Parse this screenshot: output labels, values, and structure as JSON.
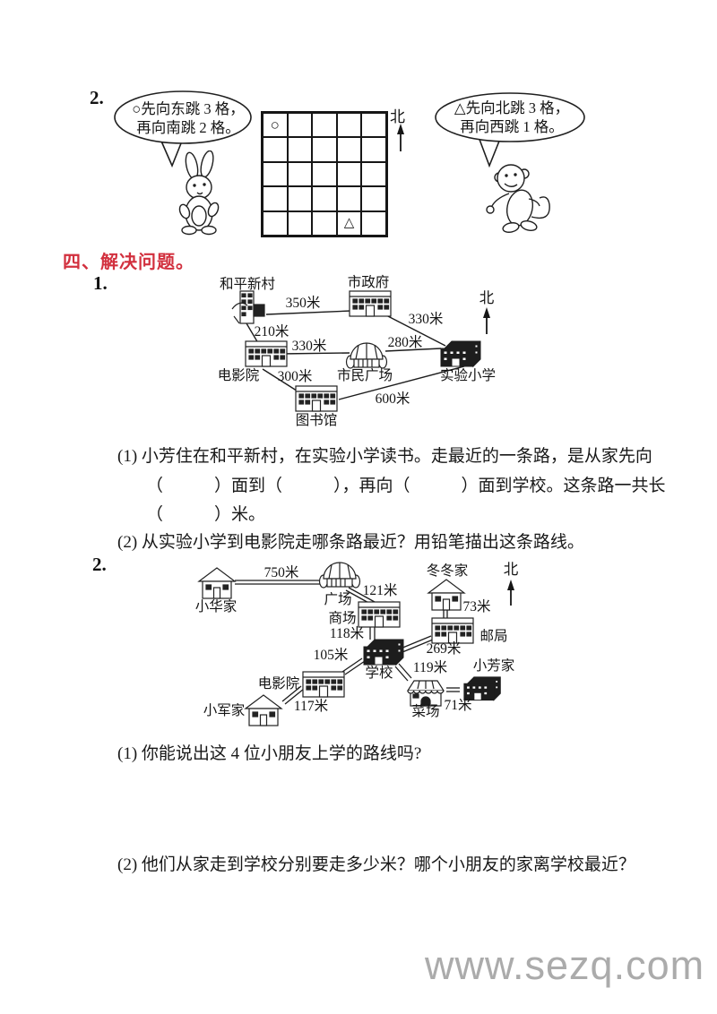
{
  "jump": {
    "number": "2.",
    "rabbit_line1": "○先向东跳 3 格，",
    "rabbit_line2": "再向南跳 2 格。",
    "monkey_line1": "△先向北跳 3 格，",
    "monkey_line2": "再向西跳 1 格。",
    "north": "北",
    "circle": "○",
    "triangle": "△"
  },
  "section": {
    "heading": "四、解决问题。"
  },
  "p1": {
    "number": "1.",
    "north": "北",
    "map": {
      "heping": "和平新村",
      "shizhengfu": "市政府",
      "dianyingyuan": "电影院",
      "shimin_guangchang": "市民广场",
      "shiyan_xiaoxue": "实验小学",
      "tushuguan": "图书馆",
      "d_heping_shizhengfu": "350米",
      "d_shizhengfu_shiyan": "330米",
      "d_heping_dianying": "210米",
      "d_dianying_guangchang": "330米",
      "d_guangchang_shiyan": "280米",
      "d_dianying_tushuguan": "300米",
      "d_tushuguan_shiyan": "600米"
    },
    "q1_line1": "(1) 小芳住在和平新村，在实验小学读书。走最近的一条路，是从家先向",
    "q1_line2": "（　　　）面到（　　　），再向（　　　）面到学校。这条路一共长",
    "q1_line3": "（　　　）米。",
    "q2": "(2) 从实验小学到电影院走哪条路最近？用铅笔描出这条路线。"
  },
  "p2": {
    "number": "2.",
    "north": "北",
    "map": {
      "xiaohua_jia": "小华家",
      "guangchang": "广场",
      "shangchang": "商场",
      "dongdong_jia": "冬冬家",
      "youju": "邮局",
      "xuexiao": "学校",
      "dianyingyuan": "电影院",
      "xiaojun_jia": "小军家",
      "caichang": "菜场",
      "xiaofang_jia": "小芳家",
      "d_xiaohua_guangchang": "750米",
      "d_guangchang_shangchang": "121米",
      "d_dongdong_youju": "73米",
      "d_shangchang_xuexiao": "118米",
      "d_youju_xuexiao": "269米",
      "d_dianying_xuexiao": "105米",
      "d_xuexiao_caichang": "119米",
      "d_xiaojun_dianying": "117米",
      "d_caichang_xiaofang": "71米"
    },
    "q1": "(1) 你能说出这 4 位小朋友上学的路线吗?",
    "q2": "(2) 他们从家走到学校分别要走多少米？哪个小朋友的家离学校最近？"
  },
  "watermark": "www.sezq.com",
  "colors": {
    "heading_red": "#d2303e",
    "ink": "#1a1a1a",
    "watermark_gray": "#ababab"
  }
}
